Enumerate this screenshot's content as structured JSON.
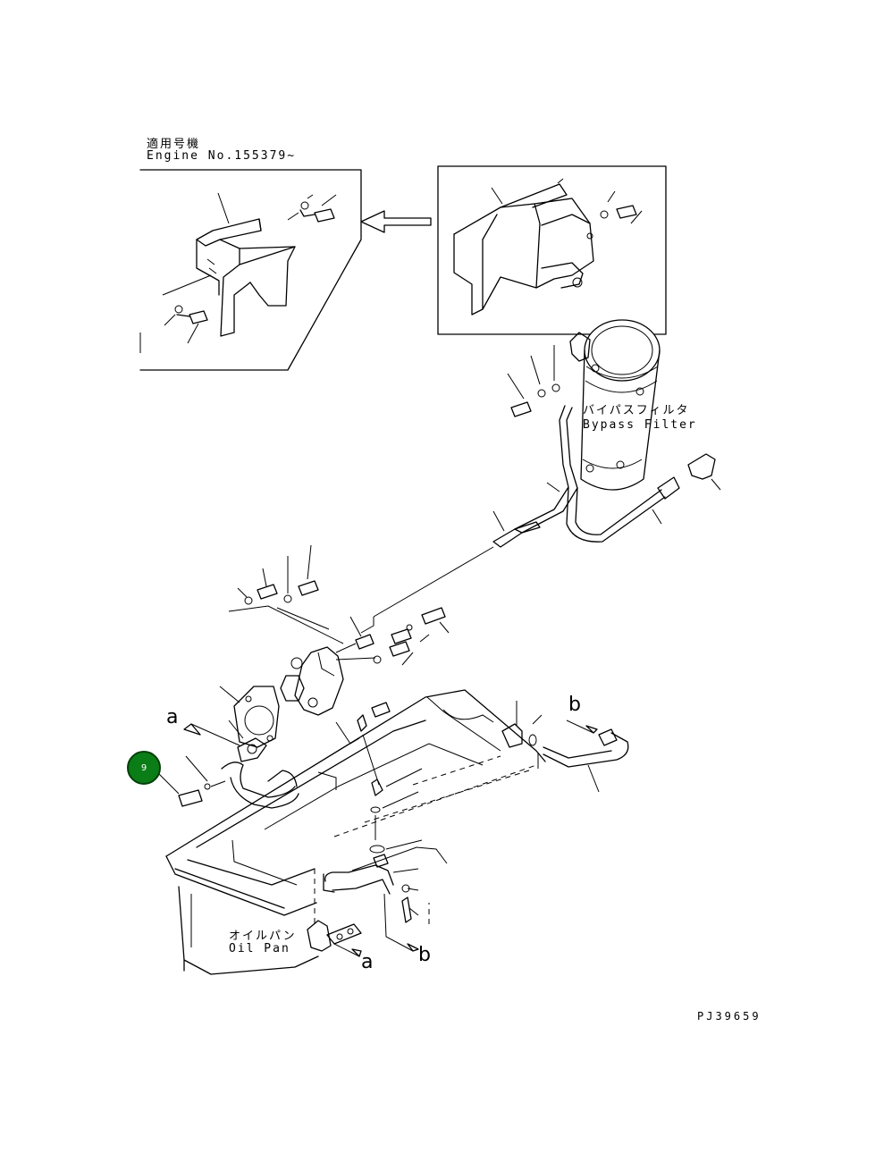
{
  "applicable": {
    "jp": "適用号機",
    "engine_no": "Engine No.155379~"
  },
  "bypass_filter": {
    "jp": "バイパスフィルタ",
    "en": "Bypass Filter"
  },
  "oil_pan": {
    "jp": "オイルパン",
    "en": "Oil Pan"
  },
  "view_markers": {
    "a_top": "a",
    "a_bottom": "a",
    "b_top": "b",
    "b_bottom": "b"
  },
  "callout": {
    "number": "9",
    "color": "#0a7d16"
  },
  "drawing_code": "PJ39659"
}
